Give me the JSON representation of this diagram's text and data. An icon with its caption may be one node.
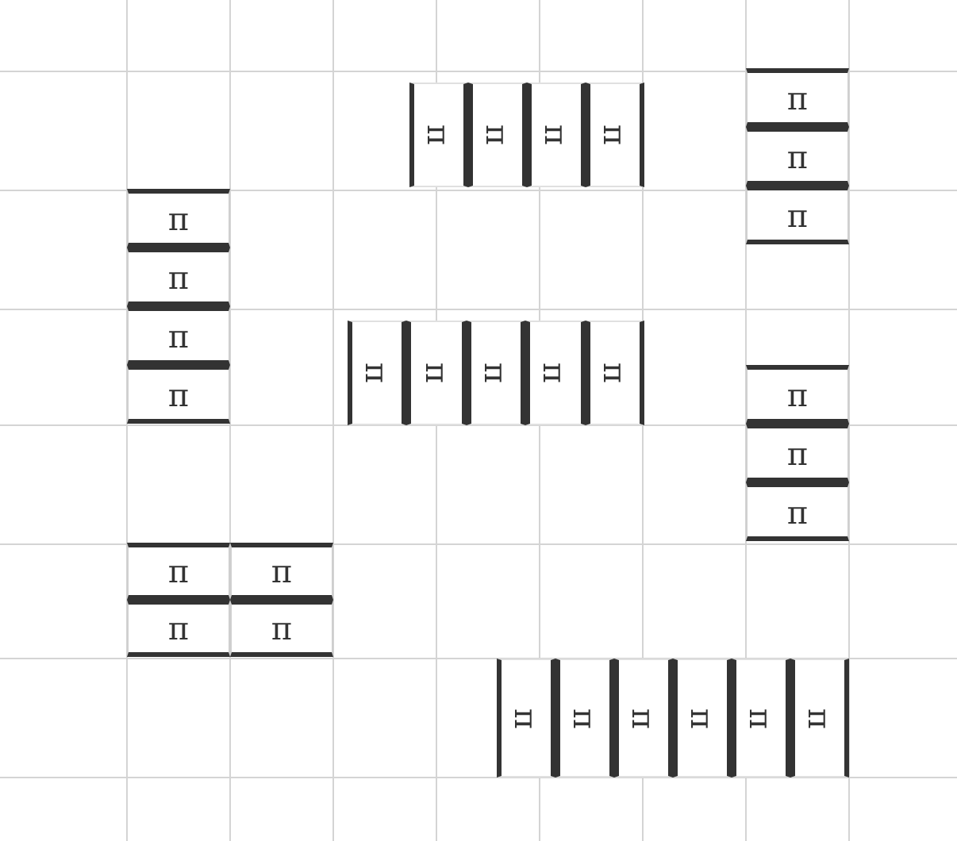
{
  "diagram": {
    "labels": [
      "π",
      "π",
      "π",
      "π",
      "π",
      "π",
      "π",
      "π",
      "π",
      "π",
      "π",
      "π",
      "π",
      "π",
      "π",
      "π",
      "π",
      "π",
      "π",
      "π",
      "π",
      "π",
      "π",
      "π",
      "π",
      "π",
      "π",
      "π",
      "π"
    ]
  }
}
